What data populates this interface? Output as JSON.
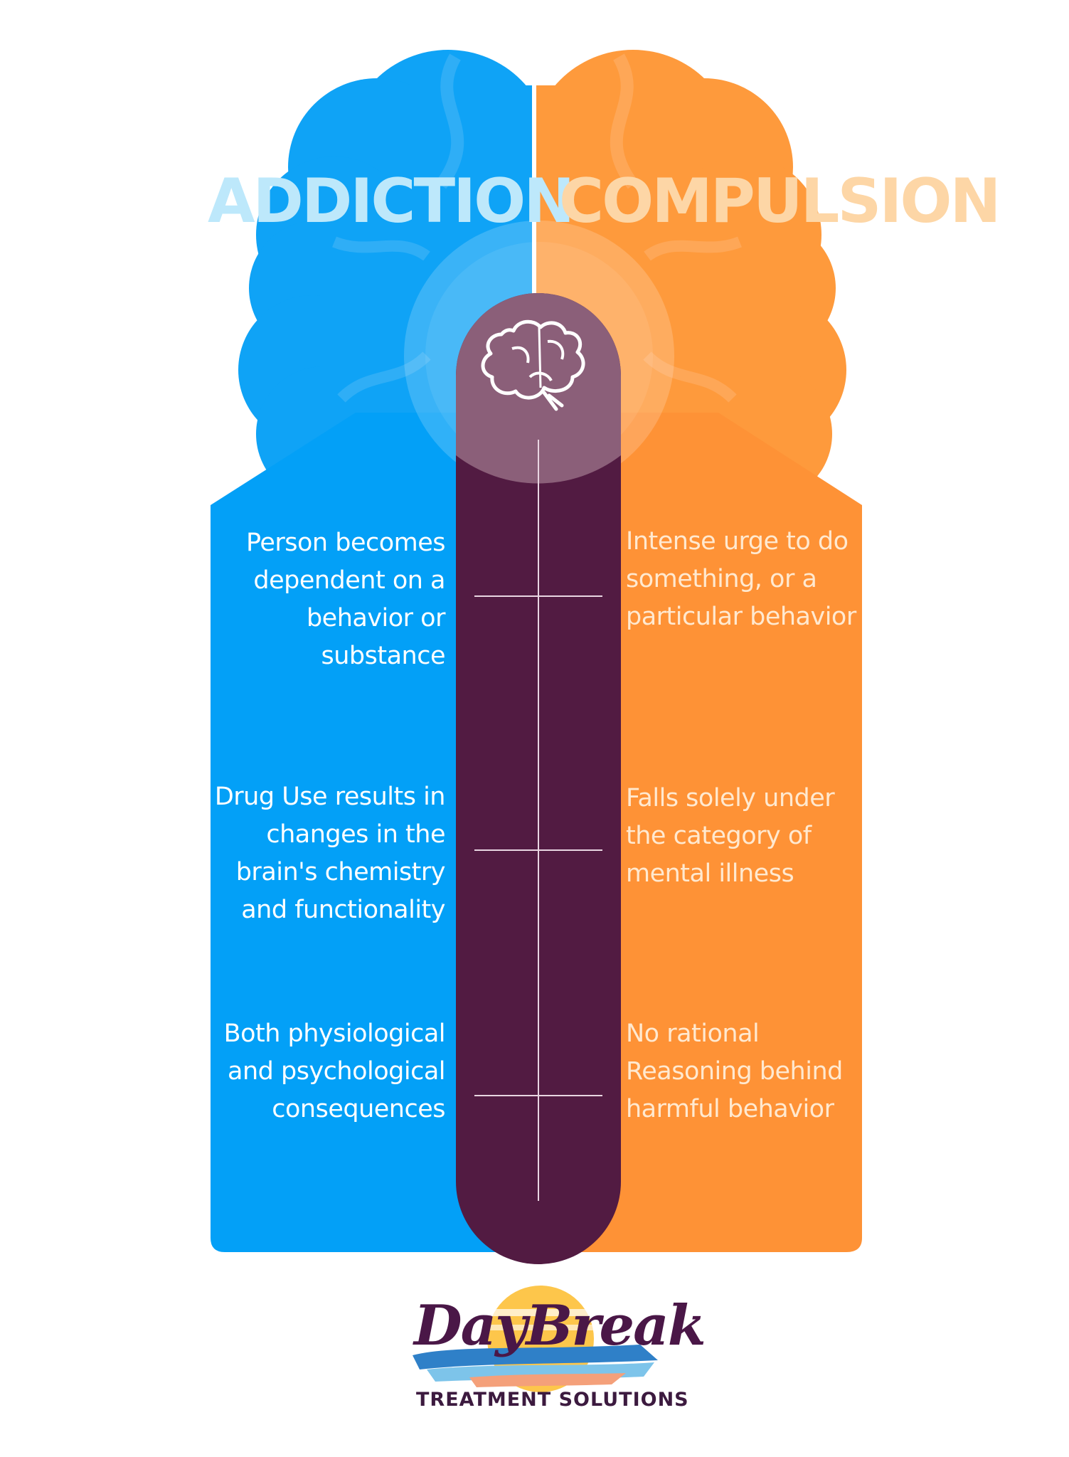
{
  "headings": {
    "left": "ADDICTION",
    "right": "COMPULSION"
  },
  "comparison": {
    "addiction": [
      "Person becomes dependent on a behavior or substance",
      "Drug Use results in changes in the brain's chemistry and functionality",
      "Both physiological and psychological consequences"
    ],
    "compulsion": [
      "Intense urge to do something, or a particular behavior",
      "Falls solely under the category of mental illness",
      "No rational Reasoning behind harmful behavior"
    ]
  },
  "icons": {
    "center": "brain-icon"
  },
  "logo": {
    "name": "DayBreak",
    "tagline": "TREATMENT SOLUTIONS"
  },
  "colors": {
    "addiction": "#0a9ff5",
    "compulsion": "#fe9236",
    "center_bar": "#521b42",
    "center_bar_top": "#8b5f79"
  }
}
